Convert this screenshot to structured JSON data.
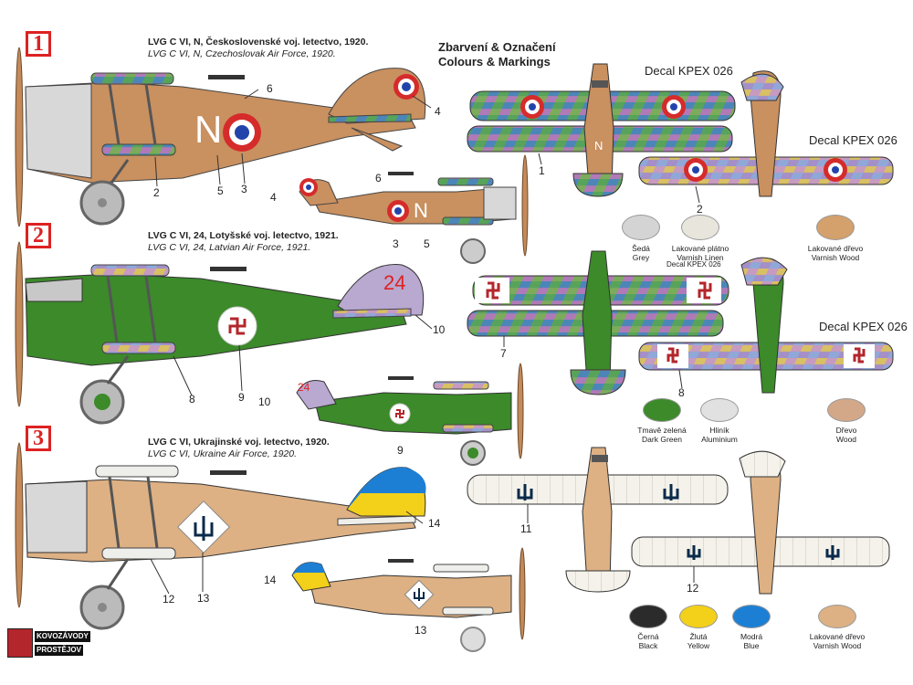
{
  "heading": {
    "line1": "Zbarvení & Označení",
    "line2": "Colours & Markings"
  },
  "schemes": [
    {
      "badge": "1",
      "title_cz": "LVG C VI, N, Československé voj. letectvo, 1920.",
      "title_en": "LVG C VI, N, Czechoslovak Air Force, 1920.",
      "fuselage_code": "N"
    },
    {
      "badge": "2",
      "title_cz": "LVG C VI, 24, Lotyšské voj. letectvo, 1921.",
      "title_en": "LVG C VI, 24, Latvian Air Force, 1921.",
      "fuselage_code": "24"
    },
    {
      "badge": "3",
      "title_cz": "LVG C VI, Ukrajinské voj. letectvo, 1920.",
      "title_en": "LVG C VI, Ukraine Air Force, 1920."
    }
  ],
  "decals": {
    "d1": "Decal KPEX 026",
    "d2": "Decal KPEX 026",
    "d3": "Decal KPEX 026",
    "d4": "Decal KPEX 026"
  },
  "callouts": [
    "1",
    "2",
    "3",
    "4",
    "5",
    "6",
    "7",
    "8",
    "9",
    "10",
    "11",
    "12",
    "13",
    "14"
  ],
  "swatches": {
    "grey": {
      "cz": "Šedá",
      "en": "Grey",
      "color": "#d4d4d4"
    },
    "linen": {
      "cz": "Lakované plátno",
      "en": "Varnish Linen",
      "color": "#e8e6dc"
    },
    "wood1": {
      "cz": "Lakované dřevo",
      "en": "Varnish Wood",
      "color": "#d4a06c"
    },
    "green": {
      "cz": "Tmavě zelená",
      "en": "Dark Green",
      "color": "#3c8a2a"
    },
    "alu": {
      "cz": "Hliník",
      "en": "Aluminium",
      "color": "#e1e1e1"
    },
    "wood2": {
      "cz": "Dřevo",
      "en": "Wood",
      "color": "#d3a888"
    },
    "black": {
      "cz": "Černá",
      "en": "Black",
      "color": "#2b2b2b"
    },
    "yellow": {
      "cz": "Žlutá",
      "en": "Yellow",
      "color": "#f3d01a"
    },
    "blue": {
      "cz": "Modrá",
      "en": "Blue",
      "color": "#1d7fd4"
    },
    "wood3": {
      "cz": "Lakované dřevo",
      "en": "Varnish Wood",
      "color": "#ddb184"
    }
  },
  "logo": {
    "line1": "KOVOZÁVODY",
    "line2": "PROSTĚJOV"
  }
}
